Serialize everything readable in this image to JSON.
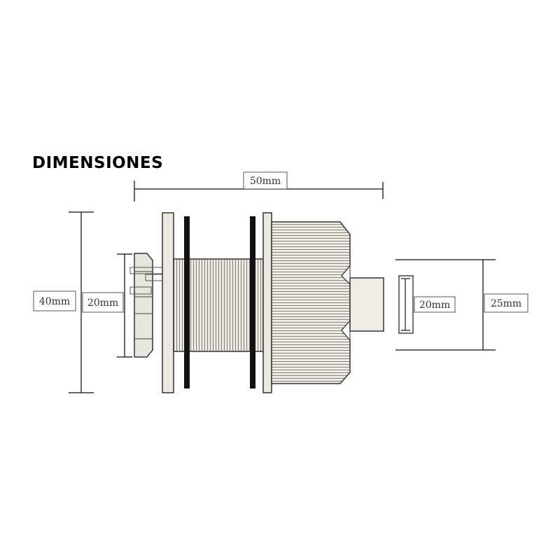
{
  "title": "DIMENSIONES",
  "dimensions": {
    "overall_length": "50mm",
    "flange_height": "40mm",
    "nut_height": "20mm",
    "end_view_inner": "20mm",
    "end_view_outer": "25mm"
  },
  "colors": {
    "line": "#2a2a2a",
    "part_fill": "#ece8e2",
    "ring": "#111111"
  }
}
